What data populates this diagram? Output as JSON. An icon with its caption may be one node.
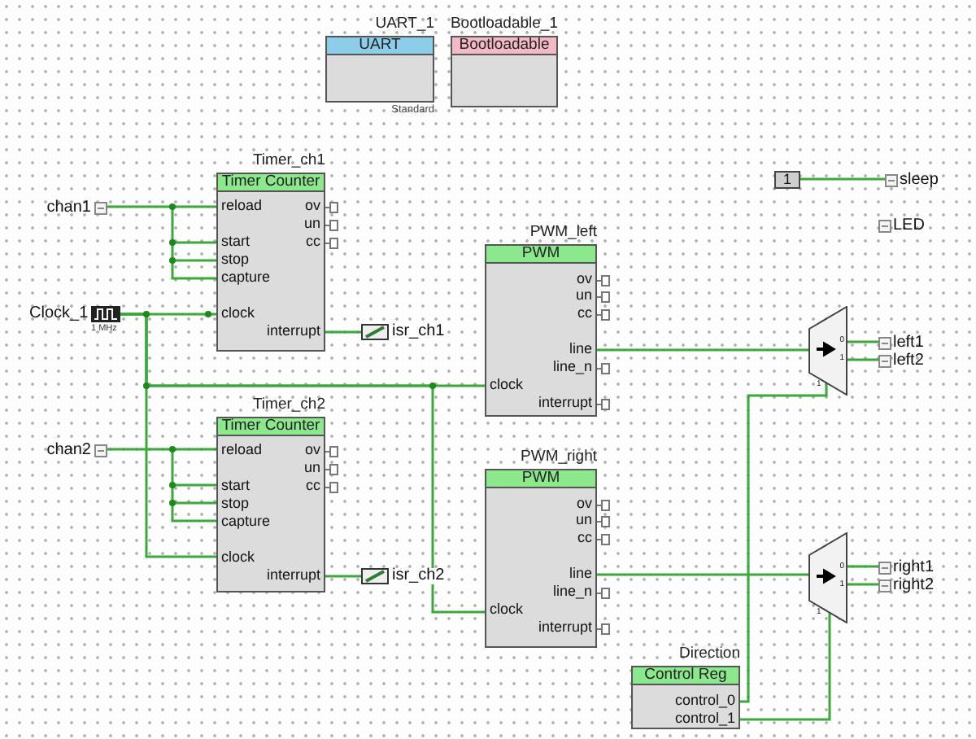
{
  "diagram": {
    "nodes": [
      {
        "text": [
          "UART_1",
          "UART"
        ],
        "beside": [
          "Standard"
        ]
      },
      {
        "text": [
          "Bootloadable_1",
          "Bootloadable"
        ]
      },
      {
        "text": [
          "chan1"
        ]
      },
      {
        "text": [
          "Timer_ch1",
          "Timer Counter",
          "reload",
          "ov",
          "un",
          "cc",
          "start",
          "stop",
          "capture",
          "clock",
          "interrupt"
        ]
      },
      {
        "text": [
          "Clock_1",
          "1 MHz"
        ]
      },
      {
        "text": [
          "isr_ch1"
        ]
      },
      {
        "text": [
          "PWM_left",
          "PWM",
          "ov",
          "un",
          "cc",
          "line",
          "line_n",
          "clock",
          "interrupt"
        ]
      },
      {
        "text": [
          "1"
        ]
      },
      {
        "text": [
          "sleep"
        ]
      },
      {
        "text": [
          "LED"
        ]
      },
      {
        "text": [
          "0",
          "1",
          "1"
        ]
      },
      {
        "text": [
          "left1"
        ]
      },
      {
        "text": [
          "left2"
        ]
      },
      {
        "text": [
          "chan2"
        ]
      },
      {
        "text": [
          "Timer_ch2",
          "Timer Counter",
          "reload",
          "ov",
          "un",
          "cc",
          "start",
          "stop",
          "capture",
          "clock",
          "interrupt"
        ]
      },
      {
        "text": [
          "isr_ch2"
        ]
      },
      {
        "text": [
          "PWM_right",
          "PWM",
          "ov",
          "un",
          "cc",
          "line",
          "line_n",
          "clock",
          "interrupt"
        ]
      },
      {
        "text": [
          "0",
          "1",
          "1"
        ]
      },
      {
        "text": [
          "right1"
        ]
      },
      {
        "text": [
          "right2"
        ]
      },
      {
        "text": [
          "Direction",
          "Control Reg",
          "control_0",
          "control_1"
        ]
      }
    ],
    "edges": [
      {
        "from": 2,
        "to": 3,
        "arrow": "none"
      },
      {
        "from": 4,
        "to": 3,
        "arrow": "none"
      },
      {
        "from": 4,
        "to": 6,
        "arrow": "none"
      },
      {
        "from": 4,
        "to": 14,
        "arrow": "none"
      },
      {
        "from": 4,
        "to": 16,
        "arrow": "none"
      },
      {
        "from": 3,
        "to": 5,
        "arrow": "none"
      },
      {
        "from": 13,
        "to": 14,
        "arrow": "none"
      },
      {
        "from": 14,
        "to": 15,
        "arrow": "none"
      },
      {
        "from": 6,
        "to": 10,
        "arrow": "none"
      },
      {
        "from": 16,
        "to": 17,
        "arrow": "none"
      },
      {
        "from": 10,
        "to": 11,
        "arrow": "none"
      },
      {
        "from": 10,
        "to": 12,
        "arrow": "none"
      },
      {
        "from": 17,
        "to": 18,
        "arrow": "none"
      },
      {
        "from": 17,
        "to": 19,
        "arrow": "none"
      },
      {
        "from": 7,
        "to": 8,
        "arrow": "none"
      },
      {
        "from": 20,
        "to": 10,
        "arrow": "none"
      },
      {
        "from": 20,
        "to": 17,
        "arrow": "none"
      }
    ]
  }
}
